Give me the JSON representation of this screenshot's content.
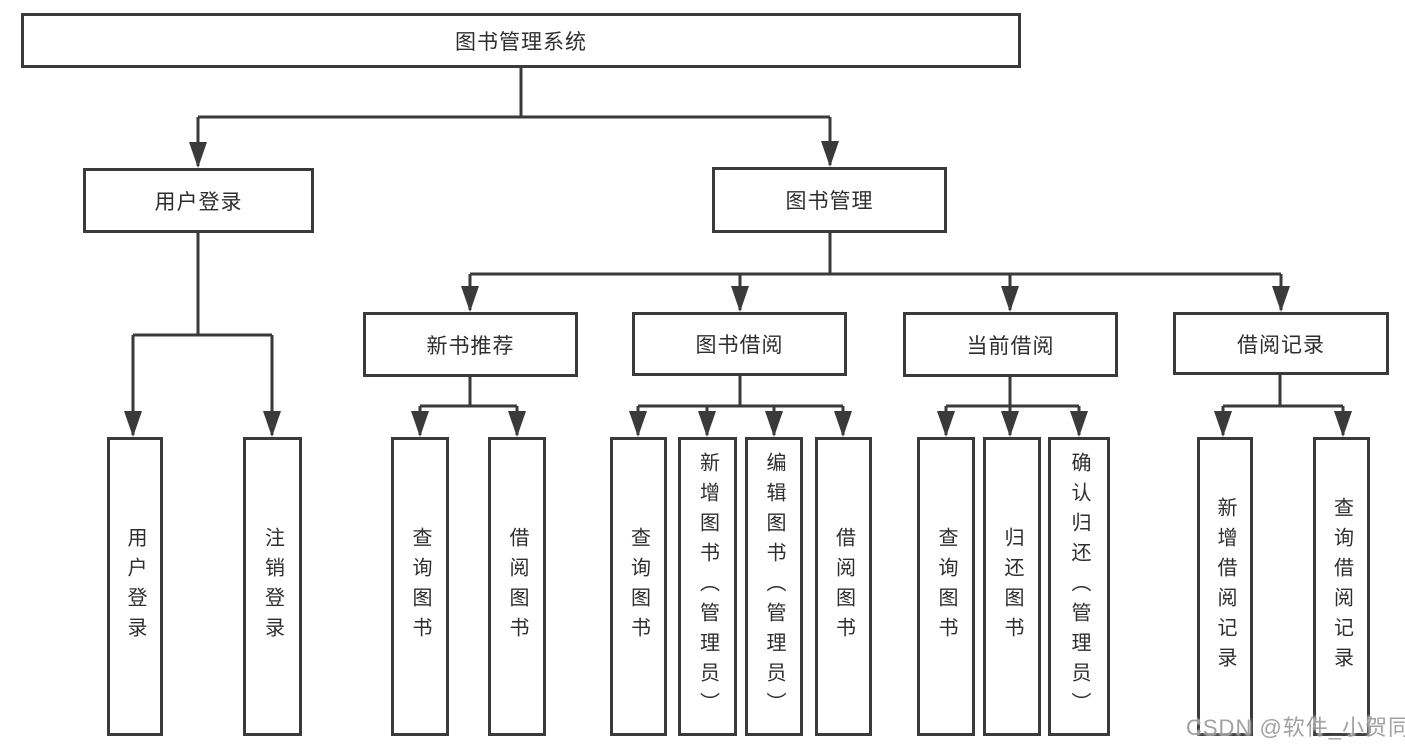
{
  "colors": {
    "line": "#3a3a3a",
    "text": "#2e2e2e",
    "background": "#ffffff",
    "watermark": "#949494"
  },
  "watermark": "CSDN @软件_小贺同学",
  "tree": {
    "root": {
      "label": "图书管理系统",
      "children": [
        {
          "label": "用户登录",
          "children": [
            {
              "label": "用户登录"
            },
            {
              "label": "注销登录"
            }
          ]
        },
        {
          "label": "图书管理",
          "children": [
            {
              "label": "新书推荐",
              "children": [
                {
                  "label": "查询图书"
                },
                {
                  "label": "借阅图书"
                }
              ]
            },
            {
              "label": "图书借阅",
              "children": [
                {
                  "label": "查询图书"
                },
                {
                  "label": "新增图书（管理员）"
                },
                {
                  "label": "编辑图书（管理员）"
                },
                {
                  "label": "借阅图书"
                }
              ]
            },
            {
              "label": "当前借阅",
              "children": [
                {
                  "label": "查询图书"
                },
                {
                  "label": "归还图书"
                },
                {
                  "label": "确认归还（管理员）"
                }
              ]
            },
            {
              "label": "借阅记录",
              "children": [
                {
                  "label": "新增借阅记录"
                },
                {
                  "label": "查询借阅记录"
                }
              ]
            }
          ]
        }
      ]
    }
  }
}
